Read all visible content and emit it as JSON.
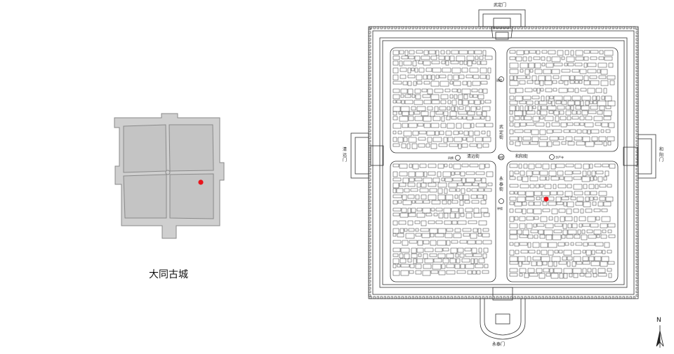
{
  "overview": {
    "title": "大同古城",
    "colors": {
      "fill": "#cfcfcf",
      "stroke": "#888888",
      "block": "#c4c4c4",
      "marker": "#e8141c"
    }
  },
  "detail": {
    "gates": {
      "north": "武定门",
      "south": "永泰门",
      "west": "清远门",
      "east": "和阳门"
    },
    "streets": {
      "west": "清远街",
      "east": "和阳街",
      "north": "武定街",
      "south": "永泰街"
    },
    "small_labels": {
      "center_north": "鼓楼",
      "center_west": "四牌",
      "center_middle": "鼓楼",
      "center_east": "华严寺",
      "center_south": "钟楼"
    },
    "colors": {
      "line": "#333333",
      "marker": "#e8141c"
    }
  },
  "compass": {
    "letter": "N"
  }
}
